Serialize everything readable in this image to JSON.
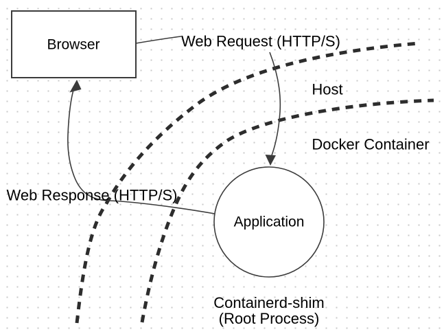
{
  "diagram": {
    "nodes": {
      "browser": {
        "label": "Browser"
      },
      "application": {
        "label": "Application"
      }
    },
    "edges": {
      "web_request": {
        "label": "Web Request (HTTP/S)"
      },
      "web_response": {
        "label": "Web Response (HTTP/S)"
      }
    },
    "regions": {
      "host": {
        "label": "Host"
      },
      "docker_container": {
        "label": "Docker Container"
      },
      "containerd_shim": {
        "label_line1": "Containerd-shim",
        "label_line2": "(Root Process)"
      }
    },
    "colors": {
      "background": "#ffffff",
      "grid_dot": "#c9c9c9",
      "shape_stroke": "#3b3b3b",
      "dashed_boundary": "#2d2d2d",
      "text": "#000000"
    }
  }
}
